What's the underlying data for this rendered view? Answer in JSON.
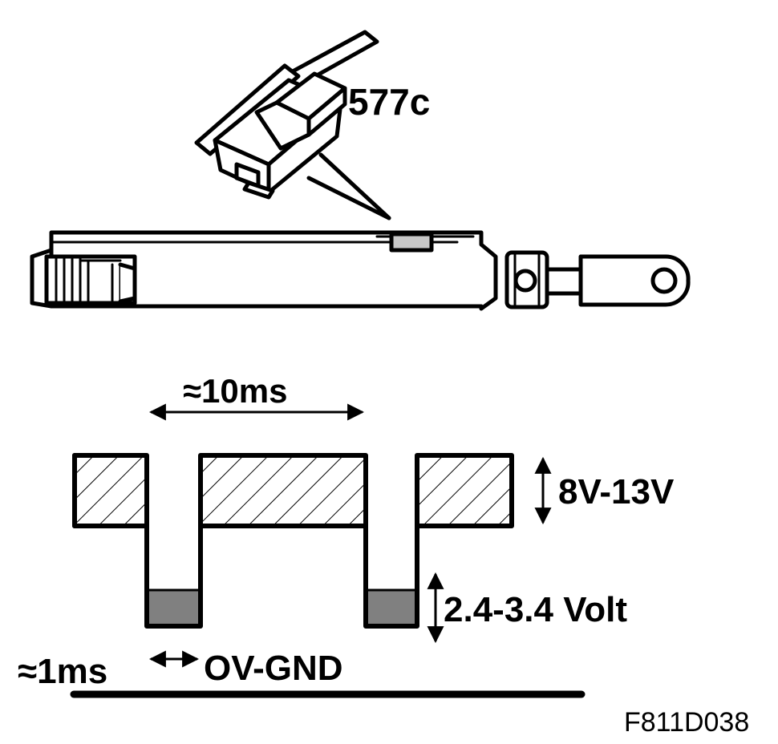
{
  "connector": {
    "label": "577c"
  },
  "timing": {
    "period_label": "≈10ms",
    "pulse_width_label": "≈1ms",
    "high_level_label": "8V-13V",
    "mid_level_label": "2.4-3.4 Volt",
    "ground_label": "OV-GND"
  },
  "figure_code": "F811D038",
  "colors": {
    "line": "#000000",
    "background": "#ffffff",
    "mid_level_fill": "#808080",
    "body_shade": "#c8c8c8"
  }
}
